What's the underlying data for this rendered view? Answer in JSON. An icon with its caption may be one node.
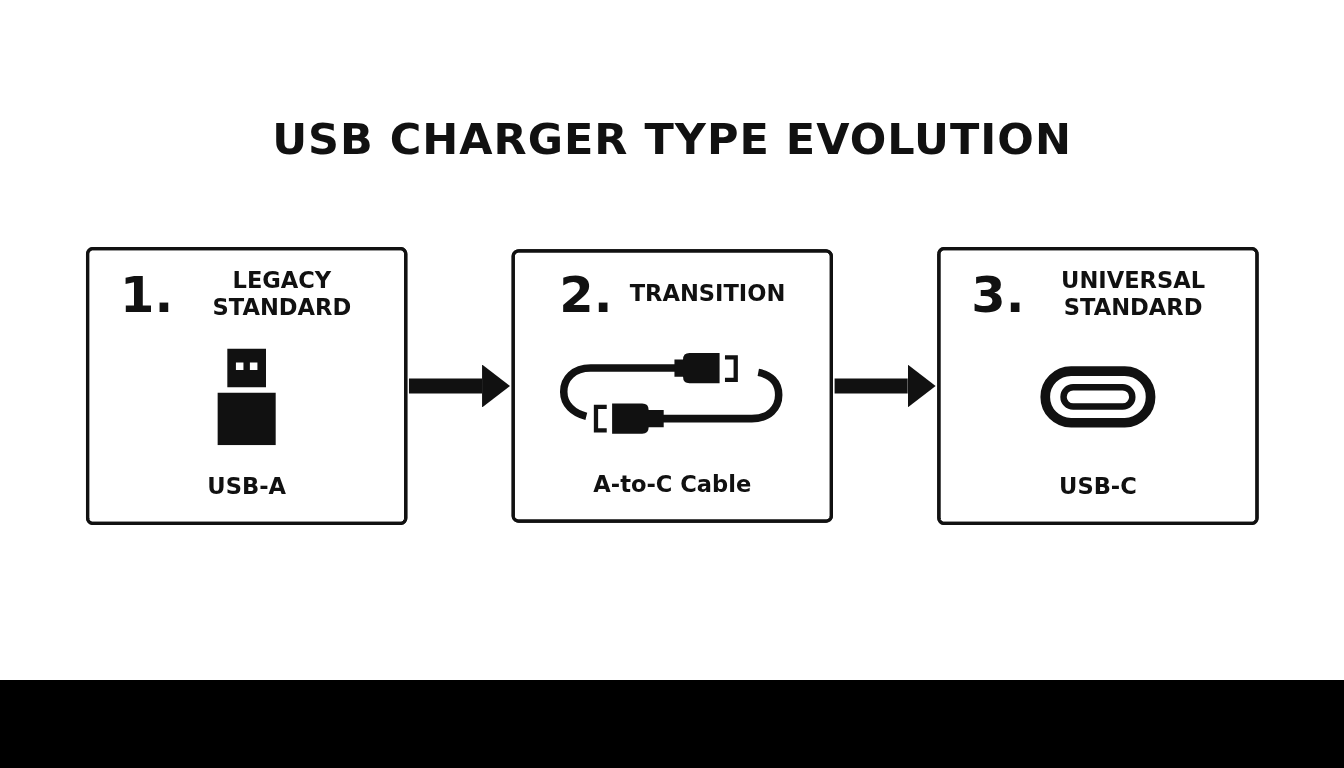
{
  "diagram": {
    "title": "USB CHARGER TYPE EVOLUTION",
    "nodes": [
      {
        "text": [
          "1.",
          "LEGACY STANDARD",
          "USB-A"
        ]
      },
      {
        "text": [
          "2.",
          "TRANSITION",
          "A-to-C Cable"
        ]
      },
      {
        "text": [
          "3.",
          "UNIVERSAL STANDARD",
          "USB-C"
        ]
      }
    ],
    "edges": [
      {
        "from": 0,
        "to": 1,
        "arrow": "to"
      },
      {
        "from": 1,
        "to": 2,
        "arrow": "to"
      }
    ]
  }
}
